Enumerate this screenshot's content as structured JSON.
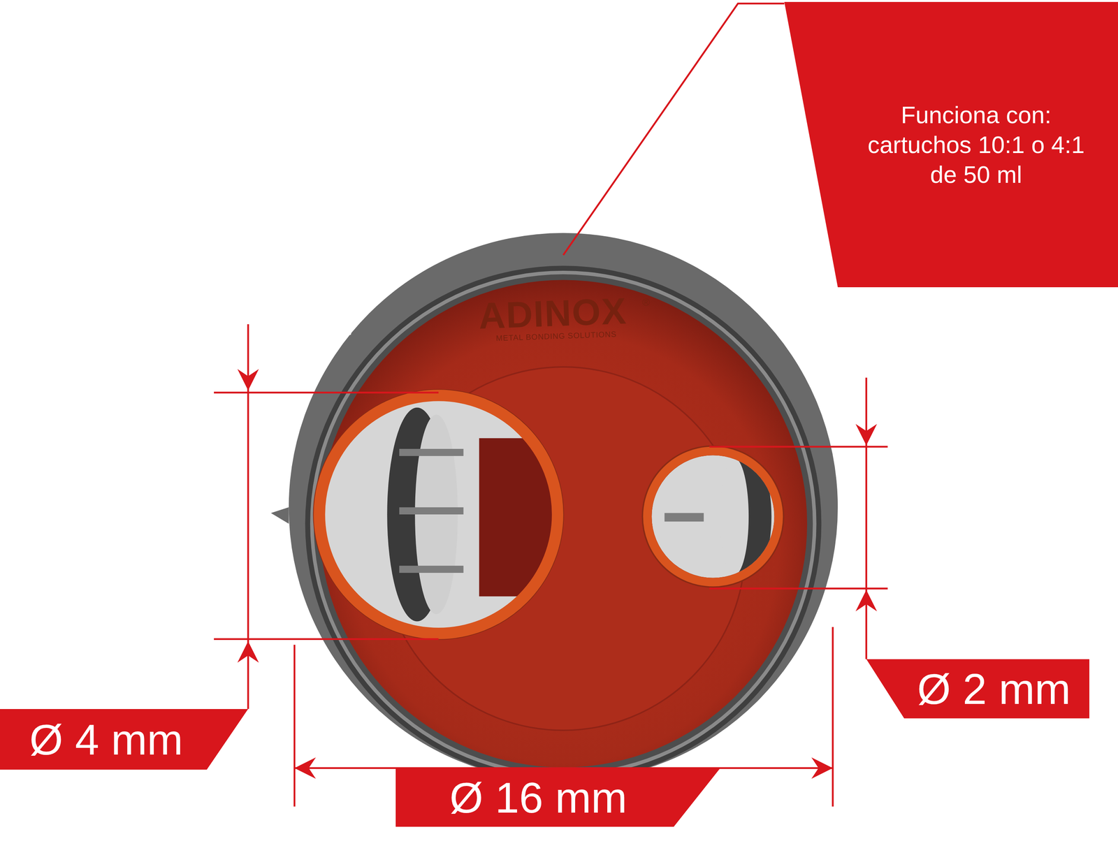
{
  "diagram": {
    "nodes": [
      {
        "text": [
          "Funciona con: cartuchos 10:1 o 4:1 de 50 ml"
        ]
      },
      {
        "text": [
          "Ø 2 mm"
        ]
      },
      {
        "text": [
          "Ø 4 mm"
        ]
      },
      {
        "text": [
          "Ø 16 mm"
        ]
      }
    ],
    "labels": [
      "ADINOX",
      "®",
      "METAL BONDING SOLUTIONS"
    ]
  }
}
